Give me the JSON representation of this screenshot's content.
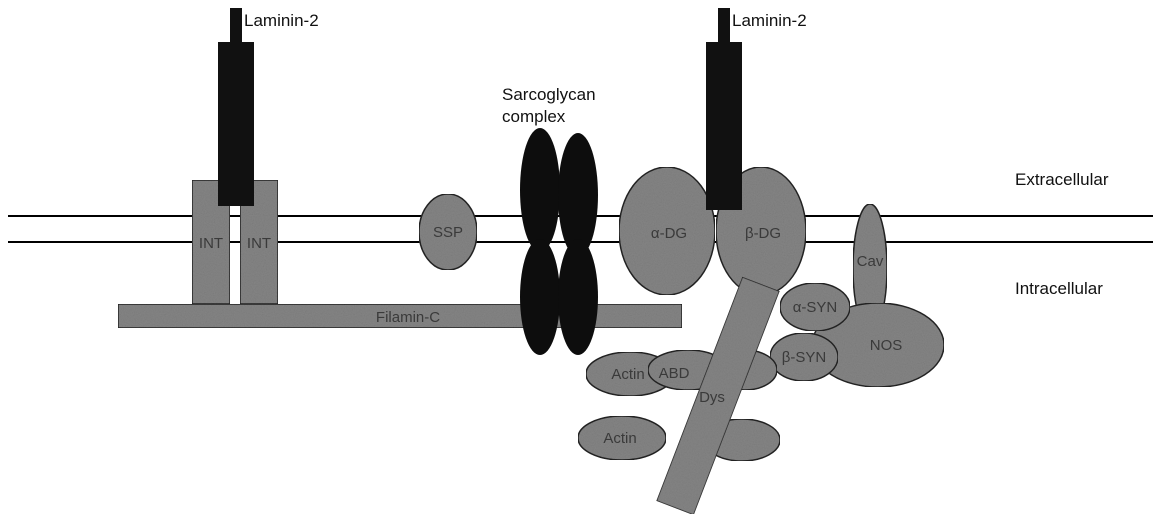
{
  "diagram": {
    "labels": {
      "laminin_left": "Laminin-2",
      "laminin_right": "Laminin-2",
      "sarcoglycan_line1": "Sarcoglycan",
      "sarcoglycan_line2": "complex",
      "extracellular": "Extracellular",
      "intracellular": "Intracellular"
    },
    "proteins": {
      "int_left": "INT",
      "int_right": "INT",
      "filamin": "Filamin-C",
      "ssp": "SSP",
      "alpha_dg": "α-DG",
      "beta_dg": "β-DG",
      "cav": "Cav",
      "alpha_syn": "α-SYN",
      "beta_syn": "β-SYN",
      "nos": "NOS",
      "actin_top": "Actin",
      "actin_bottom": "Actin",
      "dys": "Dys",
      "abd": "ABD"
    },
    "colors": {
      "protein_fill": "#858585",
      "protein_stroke": "#222222",
      "laminin": "#111111",
      "sarcoglycan": "#0d0d0d",
      "membrane": "#000000"
    }
  }
}
